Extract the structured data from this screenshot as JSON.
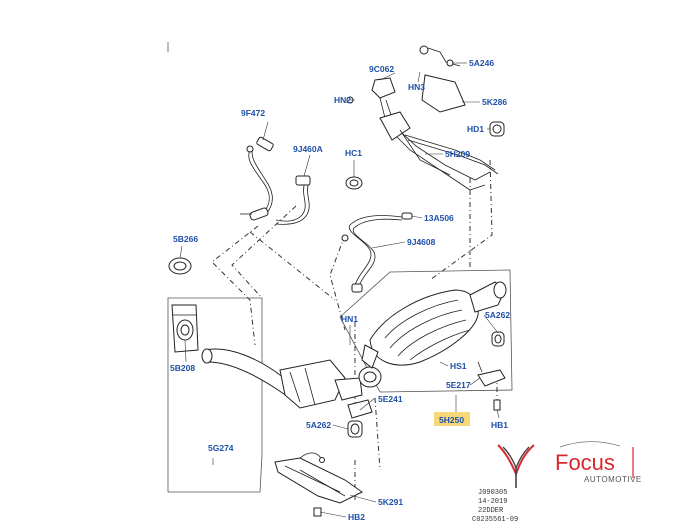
{
  "labels": {
    "p9c062": "9C062",
    "p5a246": "5A246",
    "hn2": "HN2",
    "hn3": "HN3",
    "p5k286": "5K286",
    "p9f472": "9F472",
    "hd1": "HD1",
    "p9j460a": "9J460A",
    "hc1": "HC1",
    "p5h209": "5H209",
    "p13a506": "13A506",
    "p9j4608": "9J4608",
    "p5b266": "5B266",
    "hn1": "HN1",
    "p5a262a": "5A262",
    "hs1": "HS1",
    "p5b208": "5B208",
    "p5e217": "5E217",
    "p5e241": "5E241",
    "p5h250": "5H250",
    "p5a262b": "5A262",
    "hb1": "HB1",
    "p5g274": "5G274",
    "p5k291": "5K291",
    "hb2": "HB2"
  },
  "reference_codes": [
    "J090305",
    "14-2019",
    "22DDER",
    "C0235561-09"
  ],
  "brand": {
    "name": "Focus",
    "tagline": "AUTOMOTIVE",
    "accent_color": "#d8282f"
  }
}
